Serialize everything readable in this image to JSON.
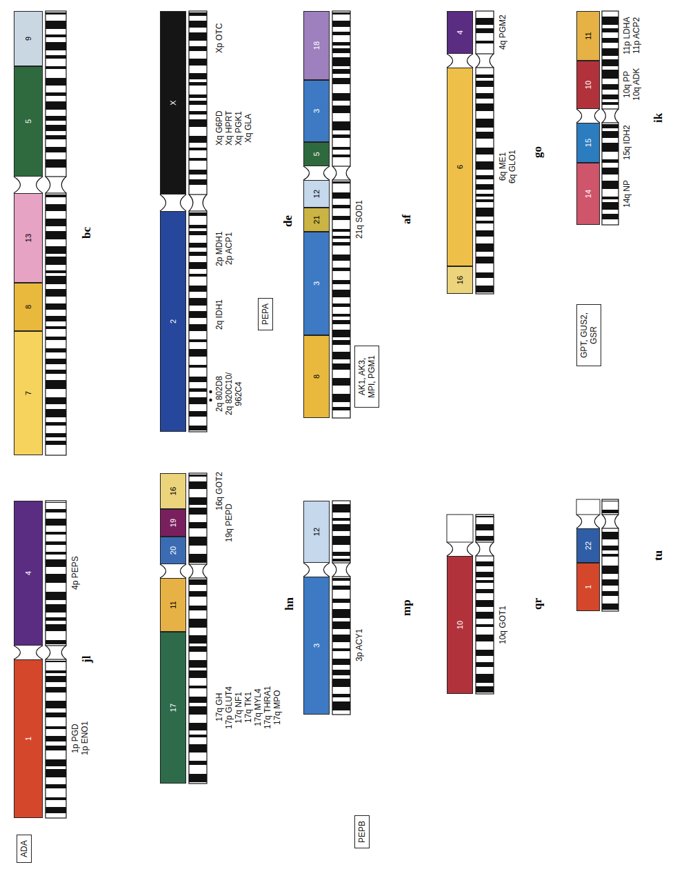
{
  "diagram": {
    "nodes": [
      {
        "text": [
          "9"
        ]
      },
      {
        "text": [
          "5"
        ]
      },
      {
        "text": [
          "13"
        ]
      },
      {
        "text": [
          "8"
        ]
      },
      {
        "text": [
          "7"
        ]
      },
      {
        "text": [
          "X"
        ]
      },
      {
        "text": [
          "2"
        ]
      },
      {
        "text": [
          "PEPA"
        ]
      },
      {
        "text": [
          "18"
        ]
      },
      {
        "text": [
          "3"
        ]
      },
      {
        "text": [
          "5"
        ]
      },
      {
        "text": [
          "12"
        ]
      },
      {
        "text": [
          "21"
        ]
      },
      {
        "text": [
          "3"
        ]
      },
      {
        "text": [
          "8"
        ]
      },
      {
        "text": [
          "AK1, AK3, MPI, PGM1"
        ]
      },
      {
        "text": [
          "4"
        ]
      },
      {
        "text": [
          "6"
        ]
      },
      {
        "text": [
          "16"
        ]
      },
      {
        "text": [
          "11"
        ]
      },
      {
        "text": [
          "10"
        ]
      },
      {
        "text": [
          "15"
        ]
      },
      {
        "text": [
          "14"
        ]
      },
      {
        "text": [
          "GPT, GUS2, GSR"
        ]
      },
      {
        "text": [
          "4"
        ]
      },
      {
        "text": [
          "1"
        ]
      },
      {
        "text": [
          "ADA"
        ]
      },
      {
        "text": [
          "16"
        ]
      },
      {
        "text": [
          "19"
        ]
      },
      {
        "text": [
          "20"
        ]
      },
      {
        "text": [
          "11"
        ]
      },
      {
        "text": [
          "17"
        ]
      },
      {
        "text": [
          "12"
        ]
      },
      {
        "text": [
          "3"
        ]
      },
      {
        "text": [
          "PEPB"
        ]
      },
      {
        "text": [
          "10"
        ]
      },
      {
        "text": [
          "22"
        ]
      },
      {
        "text": [
          "1"
        ]
      }
    ],
    "labels": [
      "bc",
      "Xp OTC",
      "Xq G6PD",
      "Xq HPRT",
      "Xq PGK1",
      "Xq GLA",
      "2p MDH1",
      "2p ACP1",
      "2q IDH1",
      "2q 802D8",
      "2q 820C10/ 962C4",
      "de",
      "21q SOD1",
      "af",
      "4q PGM2",
      "6q ME1",
      "6q GLO1",
      "go",
      "11p LDHA",
      "11p ACP2",
      "10q PP",
      "10q ADK",
      "15q IDH2",
      "14q NP",
      "ik",
      "4p PEPS",
      "1p PGD",
      "1p ENO1",
      "jl",
      "16q GOT2",
      "19q PEPD",
      "17q GH",
      "17p GLUT4",
      "17q NF1",
      "17q TK1",
      "17q MYL4",
      "17q THRA1",
      "17q MPO",
      "hn",
      "3p ACY1",
      "mp",
      "10q GOT1",
      "qr",
      "tu"
    ]
  }
}
